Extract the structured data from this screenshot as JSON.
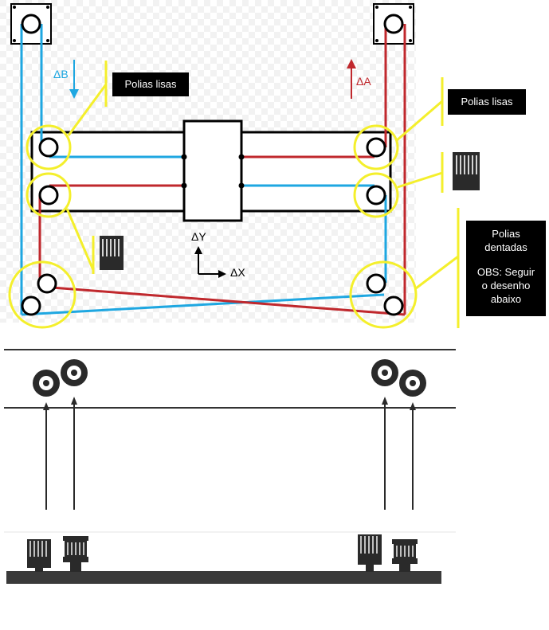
{
  "labels": {
    "delta_b": "ΔB",
    "delta_a": "ΔA",
    "delta_y": "ΔY",
    "delta_x": "ΔX"
  },
  "callouts": {
    "smooth_left": "Polias lisas",
    "smooth_right": "Polias lisas",
    "toothed_title_line1": "Polias",
    "toothed_title_line2": "dentadas",
    "toothed_note_line1": "OBS: Seguir",
    "toothed_note_line2": "o desenho",
    "toothed_note_line3": "abaixo"
  },
  "colors": {
    "belt_a": "#c0282d",
    "belt_b": "#1ea7e1",
    "highlight": "#f4ef2c",
    "callout_bg": "#000000",
    "frame": "#000000"
  }
}
